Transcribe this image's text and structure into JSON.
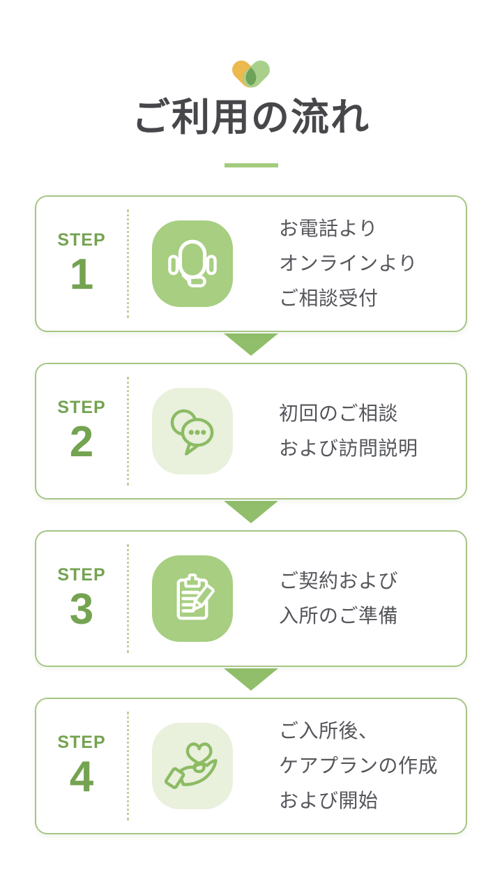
{
  "header": {
    "title": "ご利用の流れ",
    "logo": {
      "name": "heart-leaves-logo",
      "left_color": "#EBB94E",
      "right_color": "#A8D08B",
      "overlap_color": "#6FA158"
    },
    "underline_color": "#A4CB7E"
  },
  "steps": [
    {
      "label": "STEP",
      "number": "1",
      "icon": "headset-icon",
      "icon_variant": "solid",
      "lines": [
        "お電話より",
        "オンラインより",
        "ご相談受付"
      ]
    },
    {
      "label": "STEP",
      "number": "2",
      "icon": "chat-bubbles-icon",
      "icon_variant": "light",
      "lines": [
        "初回のご相談",
        "および訪問説明"
      ]
    },
    {
      "label": "STEP",
      "number": "3",
      "icon": "clipboard-pencil-icon",
      "icon_variant": "solid",
      "lines": [
        "ご契約および",
        "入所のご準備"
      ]
    },
    {
      "label": "STEP",
      "number": "4",
      "icon": "hand-heart-icon",
      "icon_variant": "light",
      "lines": [
        "ご入所後、",
        "ケアプランの作成",
        "および開始"
      ]
    }
  ],
  "colors": {
    "step_green": "#74A351",
    "card_border": "#A6C585",
    "arrow": "#90BE6B",
    "icon_solid_bg": "#A7CE81",
    "icon_light_bg": "#E9F0DC",
    "icon_stroke": "#8CBB63",
    "divider_dots": "#C9CD9A",
    "body_text": "#55565B",
    "title_text": "#47474B"
  }
}
